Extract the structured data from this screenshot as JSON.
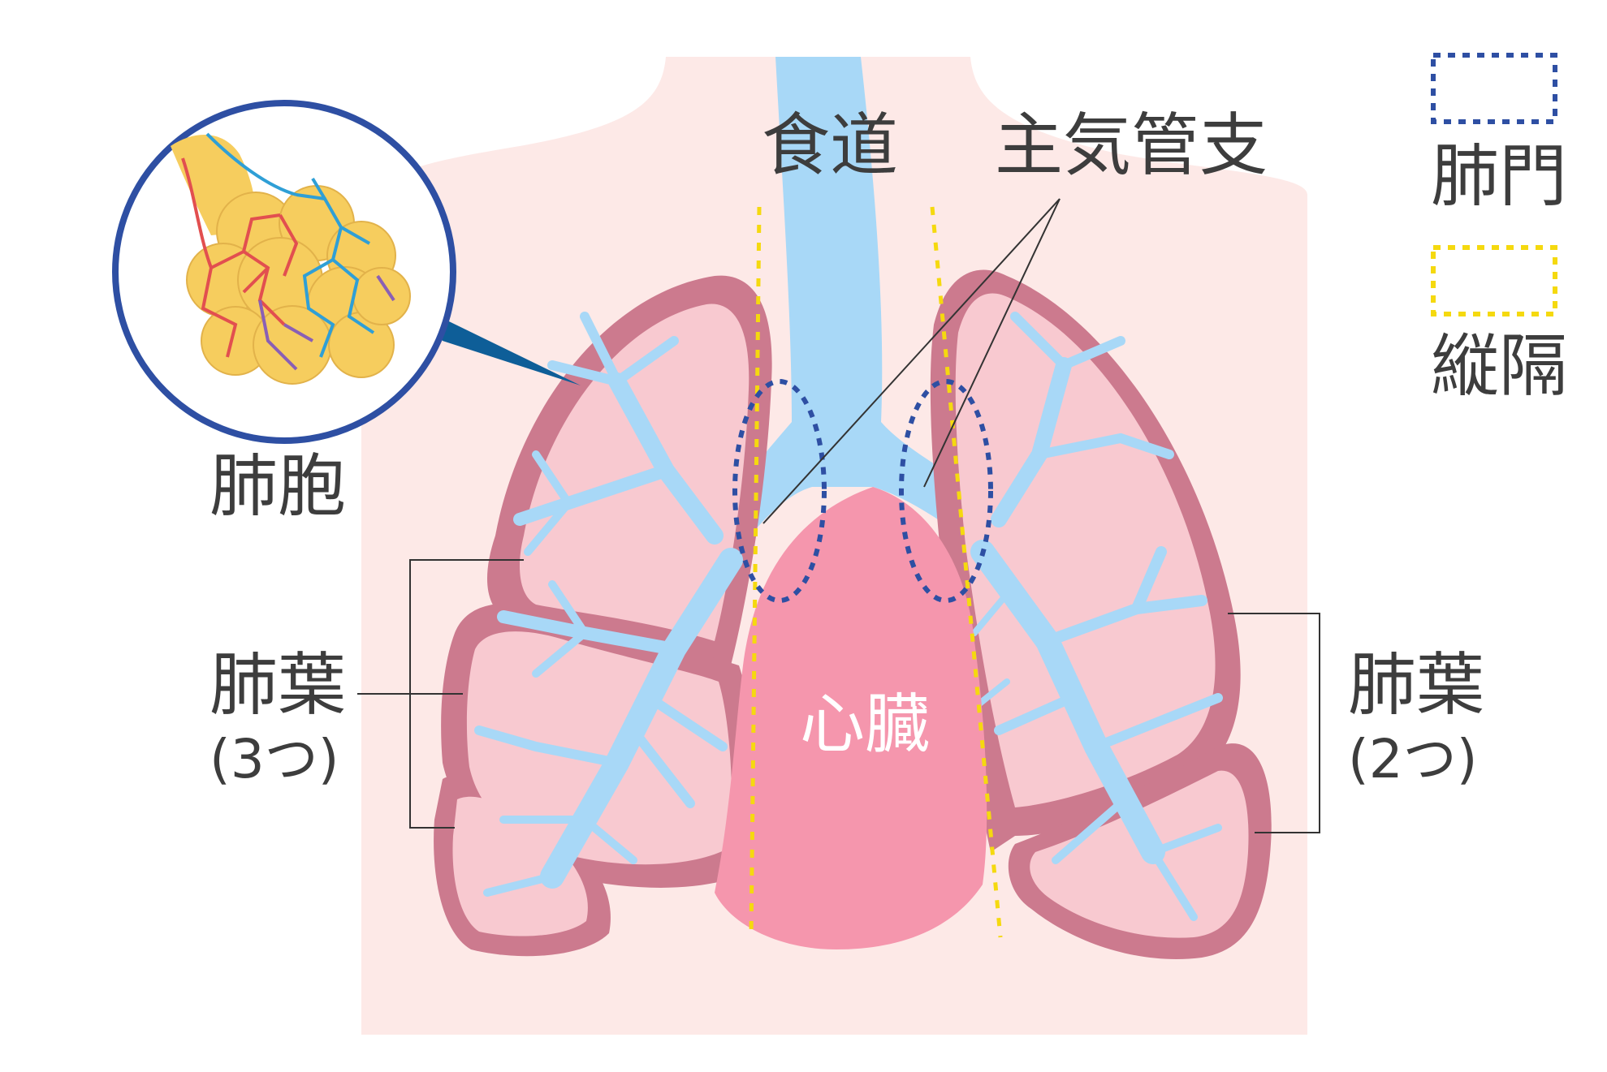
{
  "labels": {
    "alveoli": "肺胞",
    "esophagus": "食道",
    "main_bronchus": "主気管支",
    "heart": "心臓",
    "lobes_left": "肺葉",
    "lobes_left_count": "(3つ)",
    "lobes_right": "肺葉",
    "lobes_right_count": "(2つ)"
  },
  "legend": [
    {
      "label": "肺門",
      "color": "#2e4fa3",
      "style": "dotted"
    },
    {
      "label": "縦隔",
      "color": "#f5d90f",
      "style": "dotted"
    }
  ],
  "colors": {
    "body": "#fde9e7",
    "lung_outer": "#cc7a8e",
    "lung_inner": "#f8c9d0",
    "airway": "#a8d8f7",
    "heart": "#f596ad",
    "hilum": "#2e4fa3",
    "mediastinum": "#f5d90f",
    "alveolus": "#f6cd5e",
    "artery": "#e24f4f",
    "vein": "#2f9fd6"
  }
}
